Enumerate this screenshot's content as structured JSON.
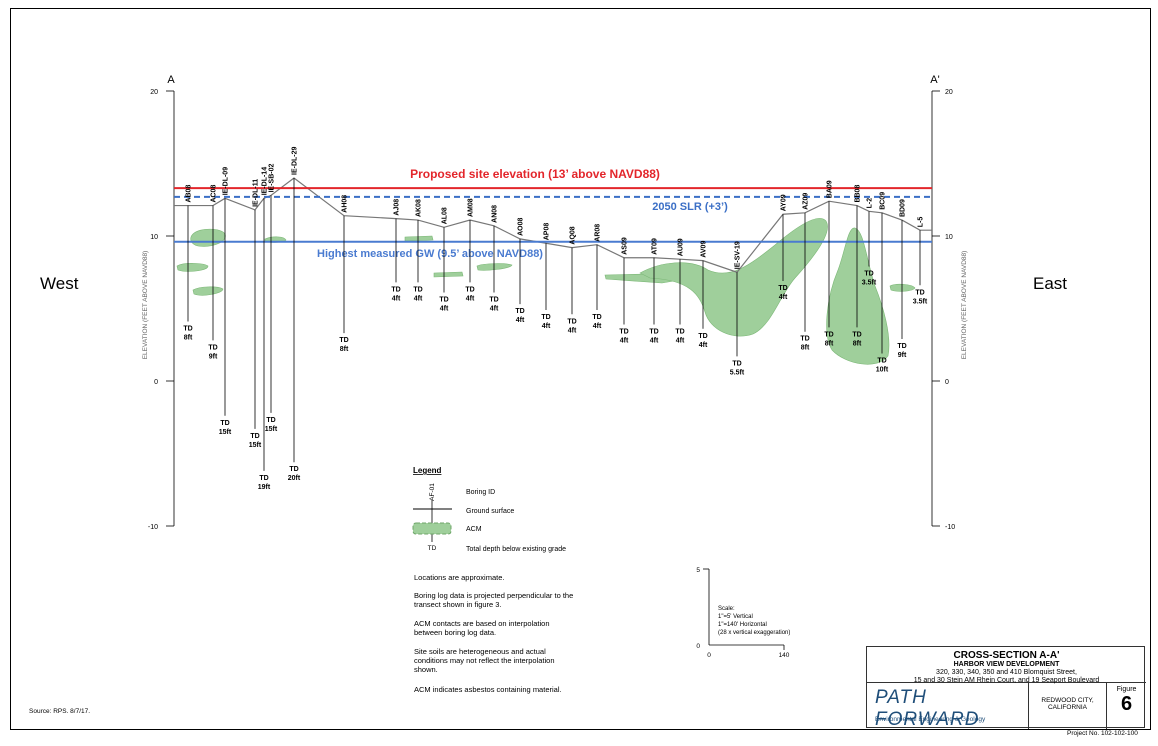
{
  "labels": {
    "west": "West",
    "east": "East",
    "a_left": "A",
    "a_right": "A'",
    "yaxis": "ELEVATION (FEET ABOVE NAVD88)"
  },
  "y_ticks": [
    "20",
    "10",
    "0",
    "-10"
  ],
  "reference_lines": {
    "proposed": {
      "label": "Proposed site elevation (13’ above NAVD88)",
      "elev": 13.3,
      "color": "#e3262b"
    },
    "slr": {
      "label": "2050 SLR (+3’)",
      "elev": 12.7,
      "color": "#3b6fc6"
    },
    "gw": {
      "label": "Highest measured GW (9.5’ above NAVD88)",
      "elev": 9.6,
      "color": "#4a7bd0"
    }
  },
  "borings": [
    {
      "id": "AB08",
      "ground": 12.1,
      "depth_label": "TD\n8ft",
      "base": 4.1
    },
    {
      "id": "AC08",
      "ground": 12.1,
      "depth_label": "TD\n9ft",
      "base": 2.8
    },
    {
      "id": "IE-DL-09",
      "ground": 12.6,
      "depth_label": "TD\n15ft",
      "base": -2.4
    },
    {
      "id": "IE-DL-11",
      "ground": 11.8,
      "depth_label": "TD\n15ft",
      "base": -3.3
    },
    {
      "id": "IE-DL-14",
      "ground": 12.6,
      "depth_label": "TD\n19ft",
      "base": -6.2
    },
    {
      "id": "IE-SB-02",
      "ground": 12.8,
      "depth_label": "TD\n15ft",
      "base": -2.2
    },
    {
      "id": "IE-DL-29",
      "ground": 14.0,
      "depth_label": "TD\n20ft",
      "base": -5.6
    },
    {
      "id": "AH08",
      "ground": 11.4,
      "depth_label": "TD\n8ft",
      "base": 3.3
    },
    {
      "id": "AJ08",
      "ground": 11.2,
      "depth_label": "TD\n4ft",
      "base": 6.8
    },
    {
      "id": "AK08",
      "ground": 11.1,
      "depth_label": "TD\n4ft",
      "base": 6.8
    },
    {
      "id": "AL08",
      "ground": 10.6,
      "depth_label": "TD\n4ft",
      "base": 6.1
    },
    {
      "id": "AM08",
      "ground": 11.1,
      "depth_label": "TD\n4ft",
      "base": 6.8
    },
    {
      "id": "AN08",
      "ground": 10.7,
      "depth_label": "TD\n4ft",
      "base": 6.1
    },
    {
      "id": "AO08",
      "ground": 9.8,
      "depth_label": "TD\n4ft",
      "base": 5.3
    },
    {
      "id": "AP08",
      "ground": 9.5,
      "depth_label": "TD\n4ft",
      "base": 4.9
    },
    {
      "id": "AQ08",
      "ground": 9.2,
      "depth_label": "TD\n4ft",
      "base": 4.6
    },
    {
      "id": "AR08",
      "ground": 9.4,
      "depth_label": "TD\n4ft",
      "base": 4.9
    },
    {
      "id": "AS09",
      "ground": 8.5,
      "depth_label": "TD\n4ft",
      "base": 3.9
    },
    {
      "id": "AT09",
      "ground": 8.5,
      "depth_label": "TD\n4ft",
      "base": 3.9
    },
    {
      "id": "AU09",
      "ground": 8.4,
      "depth_label": "TD\n4ft",
      "base": 3.9
    },
    {
      "id": "AV09",
      "ground": 8.3,
      "depth_label": "TD\n4ft",
      "base": 3.6
    },
    {
      "id": "IE-SV-19",
      "ground": 7.5,
      "depth_label": "TD\n5.5ft",
      "base": 1.7
    },
    {
      "id": "AY09",
      "ground": 11.5,
      "depth_label": "TD\n4ft",
      "base": 6.9
    },
    {
      "id": "AZ09",
      "ground": 11.6,
      "depth_label": "TD\n8ft",
      "base": 3.4
    },
    {
      "id": "BA09",
      "ground": 12.4,
      "depth_label": "TD\n8ft",
      "base": 3.7
    },
    {
      "id": "BB08",
      "ground": 12.1,
      "depth_label": "TD\n8ft",
      "base": 3.7
    },
    {
      "id": "L-2",
      "ground": 11.7,
      "depth_label": "TD\n3.5ft",
      "base": 7.9
    },
    {
      "id": "BC09",
      "ground": 11.6,
      "depth_label": "TD\n10ft",
      "base": 1.9
    },
    {
      "id": "BD09",
      "ground": 11.1,
      "depth_label": "TD\n9ft",
      "base": 2.9
    },
    {
      "id": "L-5",
      "ground": 10.4,
      "depth_label": "TD\n3.5ft",
      "base": 6.6
    }
  ],
  "legend": {
    "title": "Legend",
    "boring_label": "AF-01",
    "items": [
      "Boring ID",
      "Ground surface",
      "ACM",
      "Total depth below existing grade"
    ],
    "td": "TD"
  },
  "notes": [
    "Locations are approximate.",
    "Boring log data is projected perpendicular to the transect shown in figure 3.",
    "ACM contacts are based on interpolation between boring log data.",
    "Site soils are heterogeneous and actual conditions may not reflect the interpolation shown.",
    "ACM indicates asbestos containing material."
  ],
  "scale": {
    "v_tick": "5",
    "zero": "0",
    "h_tick": "140",
    "text": [
      "Scale:",
      "1\"=5' Vertical",
      "1\"=140' Horizontal",
      "(28 x vertical exaggeration)"
    ]
  },
  "title_block": {
    "title": "CROSS-SECTION A-A'",
    "project": "HARBOR VIEW DEVELOPMENT",
    "address1": "320, 330, 340, 350 and 410 Blomquist Street,",
    "address2": "15 and 30 Stein AM Rhein Court, and 19 Seaport Boulevard",
    "logo": "PATH FORWARD",
    "logo_sub": "Environmental Engineering & Geology",
    "location1": "REDWOOD CITY,",
    "location2": "CALIFORNIA",
    "figure_label": "Figure",
    "figure_number": "6"
  },
  "source": "Source: RPS. 8/7/17.",
  "project_no": "Project No. 102-102-100",
  "colors": {
    "acm_fill": "#9fcf9b",
    "acm_stroke": "#7cb777",
    "ground": "#777777"
  }
}
